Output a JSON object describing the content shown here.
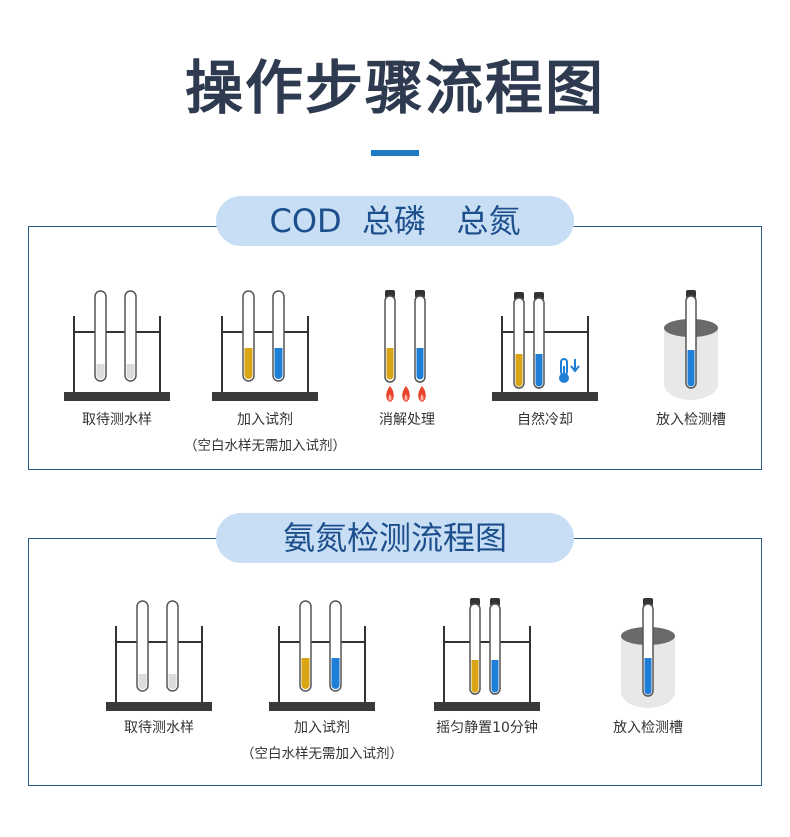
{
  "page": {
    "title": "操作步骤流程图"
  },
  "colors": {
    "accent": "#1f7ac4",
    "pill": "#c7def4",
    "yellow_reagent": "#d9a514",
    "blue_reagent": "#1f7fd6",
    "flame": "#e8432c"
  },
  "sections": [
    {
      "heading": "COD  总磷   总氮",
      "steps": [
        {
          "label": "取待测水样",
          "note": "",
          "icon": "rack-empty-tubes-icon"
        },
        {
          "label": "加入试剂",
          "note": "（空白水样无需加入试剂）",
          "icon": "rack-reagent-tubes-icon"
        },
        {
          "label": "消解处理",
          "note": "",
          "icon": "heating-flame-icon"
        },
        {
          "label": "自然冷却",
          "note": "",
          "icon": "thermometer-cooling-icon"
        },
        {
          "label": "放入检测槽",
          "note": "",
          "icon": "detection-cell-icon"
        }
      ]
    },
    {
      "heading": "氨氮检测流程图",
      "steps": [
        {
          "label": "取待测水样",
          "note": "",
          "icon": "rack-empty-tubes-icon"
        },
        {
          "label": "加入试剂",
          "note": "（空白水样无需加入试剂）",
          "icon": "rack-reagent-tubes-icon"
        },
        {
          "label": "摇匀静置10分钟",
          "note": "",
          "icon": "capped-tubes-rack-icon"
        },
        {
          "label": "放入检测槽",
          "note": "",
          "icon": "detection-cell-icon"
        }
      ]
    }
  ]
}
